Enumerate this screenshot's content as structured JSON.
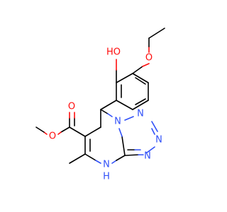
{
  "colors": {
    "bond": "#000000",
    "oxygen": "#ff0d0d",
    "nitrogen": "#3050f8",
    "background": "#ffffff"
  },
  "atoms": {
    "hydroxyl": "HO",
    "ether_oxygen": "O",
    "carbonyl_oxygen": "O",
    "ester_oxygen": "O",
    "n_bridge": "N",
    "n_tetrazole_1": "N",
    "n_tetrazole_2": "N",
    "n_tetrazole_3": "N",
    "n_h_nitrogen": "N",
    "n_h_hydrogen": "H"
  }
}
